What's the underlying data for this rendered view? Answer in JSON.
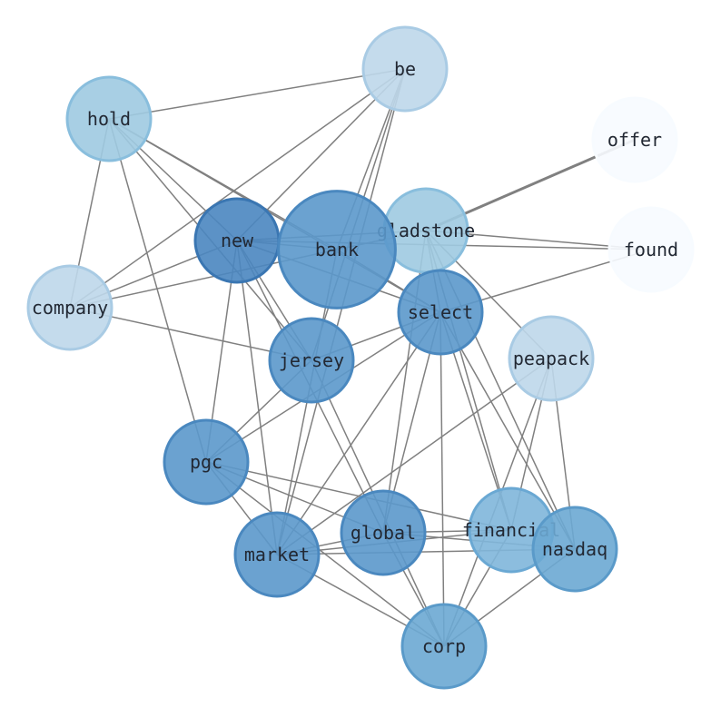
{
  "graph": {
    "nodes": [
      {
        "id": "be",
        "label": "be",
        "fill": "#bed7ea",
        "stroke": "#a9cbe4",
        "size": 1.0
      },
      {
        "id": "hold",
        "label": "hold",
        "fill": "#9ecae1",
        "stroke": "#89bedd",
        "size": 1.0
      },
      {
        "id": "offer",
        "label": "offer",
        "fill": "#f7fbff",
        "stroke": "#f7fbff",
        "size": 1.0
      },
      {
        "id": "gladstone",
        "label": "gladstone",
        "fill": "#9ecae1",
        "stroke": "#89bedd",
        "size": 1.0
      },
      {
        "id": "new",
        "label": "new",
        "fill": "#4a86c0",
        "stroke": "#3a76b2",
        "size": 1.0
      },
      {
        "id": "bank",
        "label": "bank",
        "fill": "#5b98cb",
        "stroke": "#4a88bf",
        "size": 1.4
      },
      {
        "id": "found",
        "label": "found",
        "fill": "#f7fbff",
        "stroke": "#f7fbff",
        "size": 1.0
      },
      {
        "id": "company",
        "label": "company",
        "fill": "#bed7ea",
        "stroke": "#a9cbe4",
        "size": 1.0
      },
      {
        "id": "select",
        "label": "select",
        "fill": "#5b98cb",
        "stroke": "#4a88bf",
        "size": 1.0
      },
      {
        "id": "jersey",
        "label": "jersey",
        "fill": "#5b98cb",
        "stroke": "#4a88bf",
        "size": 1.0
      },
      {
        "id": "peapack",
        "label": "peapack",
        "fill": "#bed7ea",
        "stroke": "#a9cbe4",
        "size": 1.0
      },
      {
        "id": "pgc",
        "label": "pgc",
        "fill": "#5b98cb",
        "stroke": "#4a88bf",
        "size": 1.0
      },
      {
        "id": "global",
        "label": "global",
        "fill": "#5b98cb",
        "stroke": "#4a88bf",
        "size": 1.0
      },
      {
        "id": "financial",
        "label": "financial",
        "fill": "#7fb6da",
        "stroke": "#6aa8d3",
        "size": 1.0
      },
      {
        "id": "nasdaq",
        "label": "nasdaq",
        "fill": "#6ba9d3",
        "stroke": "#5a9ac9",
        "size": 1.0
      },
      {
        "id": "market",
        "label": "market",
        "fill": "#5b98cb",
        "stroke": "#4a88bf",
        "size": 1.0
      },
      {
        "id": "corp",
        "label": "corp",
        "fill": "#6ba9d3",
        "stroke": "#5a9ac9",
        "size": 1.0
      }
    ],
    "edges": [
      [
        "be",
        "hold"
      ],
      [
        "be",
        "new"
      ],
      [
        "be",
        "company"
      ],
      [
        "be",
        "bank"
      ],
      [
        "be",
        "jersey"
      ],
      [
        "be",
        "market"
      ],
      [
        "hold",
        "company"
      ],
      [
        "hold",
        "new"
      ],
      [
        "hold",
        "bank"
      ],
      [
        "hold",
        "jersey"
      ],
      [
        "hold",
        "select"
      ],
      [
        "hold",
        "pgc"
      ],
      [
        "offer",
        "gladstone"
      ],
      [
        "gladstone",
        "bank"
      ],
      [
        "gladstone",
        "new"
      ],
      [
        "gladstone",
        "found"
      ],
      [
        "gladstone",
        "select"
      ],
      [
        "gladstone",
        "peapack"
      ],
      [
        "gladstone",
        "financial"
      ],
      [
        "gladstone",
        "nasdaq"
      ],
      [
        "gladstone",
        "global"
      ],
      [
        "new",
        "company"
      ],
      [
        "new",
        "bank"
      ],
      [
        "new",
        "found"
      ],
      [
        "new",
        "jersey"
      ],
      [
        "new",
        "pgc"
      ],
      [
        "new",
        "market"
      ],
      [
        "new",
        "select"
      ],
      [
        "new",
        "global"
      ],
      [
        "bank",
        "company"
      ],
      [
        "bank",
        "select"
      ],
      [
        "bank",
        "market"
      ],
      [
        "company",
        "jersey"
      ],
      [
        "found",
        "select"
      ],
      [
        "select",
        "jersey"
      ],
      [
        "select",
        "pgc"
      ],
      [
        "select",
        "global"
      ],
      [
        "select",
        "financial"
      ],
      [
        "select",
        "nasdaq"
      ],
      [
        "select",
        "corp"
      ],
      [
        "select",
        "market"
      ],
      [
        "jersey",
        "pgc"
      ],
      [
        "jersey",
        "corp"
      ],
      [
        "peapack",
        "financial"
      ],
      [
        "peapack",
        "nasdaq"
      ],
      [
        "peapack",
        "market"
      ],
      [
        "peapack",
        "corp"
      ],
      [
        "pgc",
        "market"
      ],
      [
        "pgc",
        "global"
      ],
      [
        "pgc",
        "financial"
      ],
      [
        "pgc",
        "corp"
      ],
      [
        "global",
        "market"
      ],
      [
        "global",
        "corp"
      ],
      [
        "global",
        "financial"
      ],
      [
        "global",
        "nasdaq"
      ],
      [
        "financial",
        "market"
      ],
      [
        "financial",
        "corp"
      ],
      [
        "nasdaq",
        "market"
      ],
      [
        "nasdaq",
        "corp"
      ],
      [
        "market",
        "corp"
      ]
    ],
    "thick_edges": [
      [
        "offer",
        "gladstone"
      ]
    ],
    "edge_color": "#808080"
  }
}
